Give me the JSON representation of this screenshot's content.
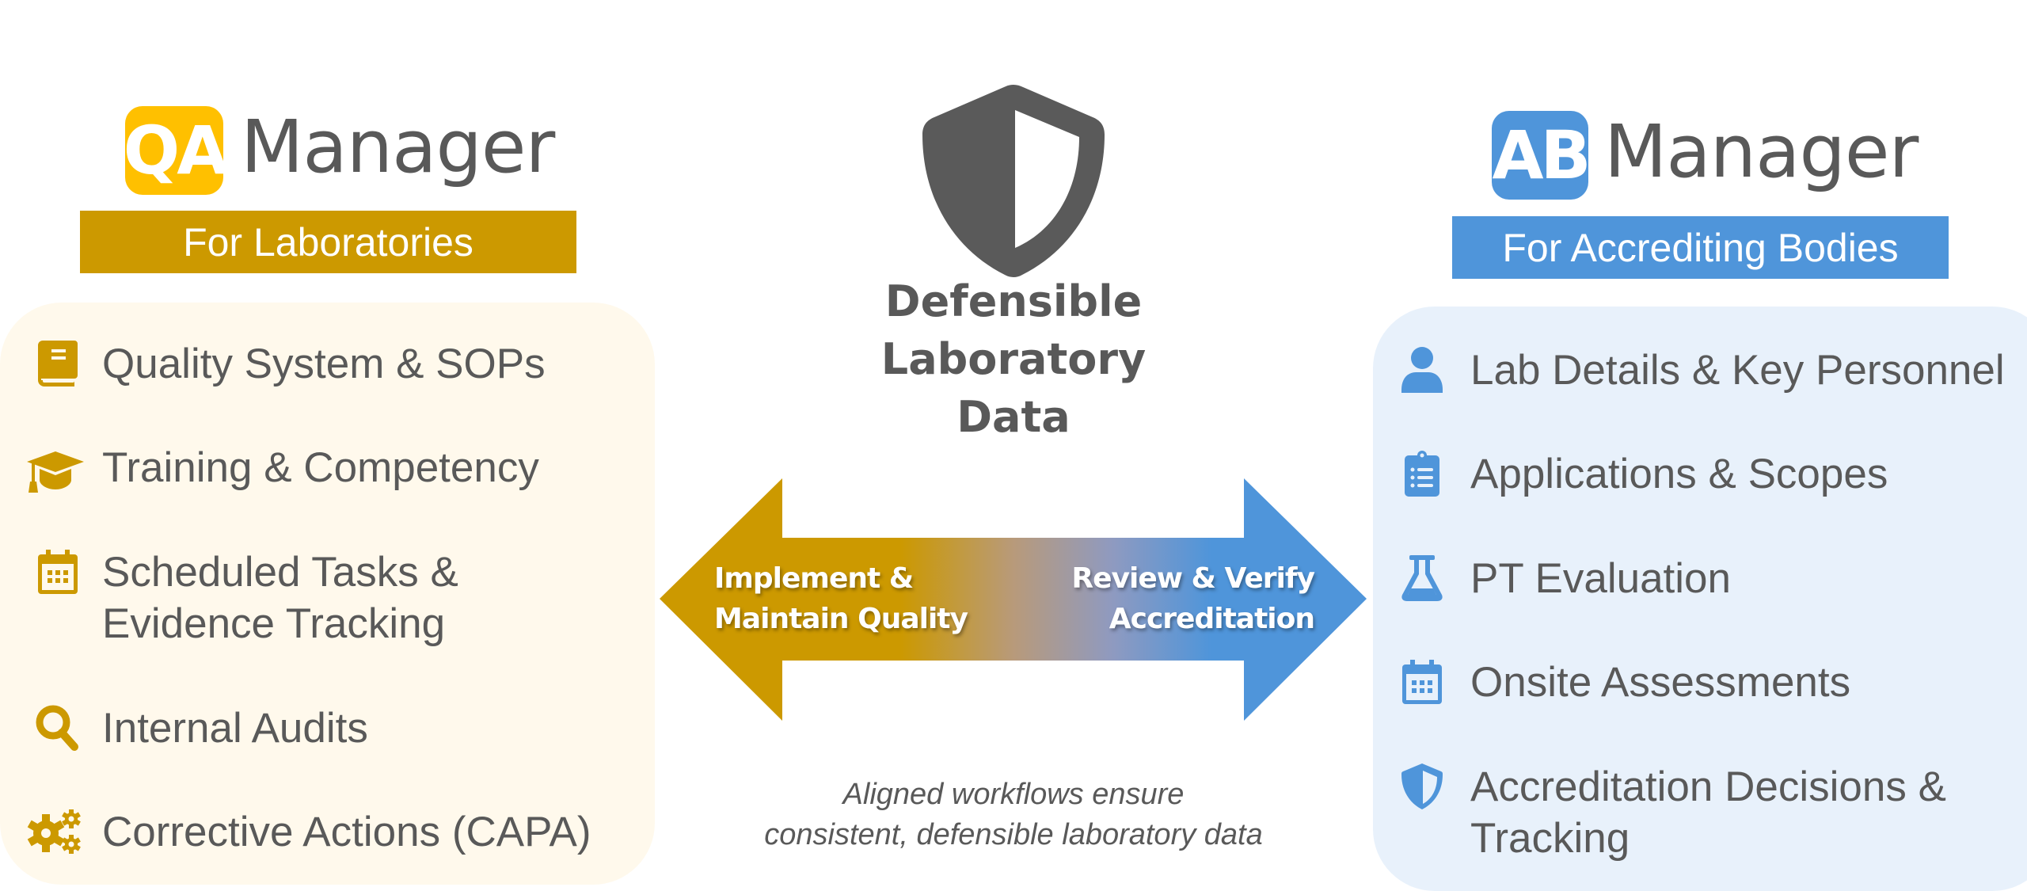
{
  "qa_product": {
    "logo_text": "QA",
    "name": "Manager",
    "audience": "For Laboratories",
    "color": "#FFC000",
    "accent": "#CC9900",
    "panel_bg": "#FFF9EC",
    "features": [
      {
        "icon": "book-icon",
        "label": "Quality System & SOPs"
      },
      {
        "icon": "graduation-cap-icon",
        "label": "Training & Competency"
      },
      {
        "icon": "calendar-icon",
        "label": "Scheduled Tasks &",
        "label2": "Evidence Tracking"
      },
      {
        "icon": "search-icon",
        "label": "Internal Audits"
      },
      {
        "icon": "gears-icon",
        "label": "Corrective Actions (CAPA)"
      }
    ]
  },
  "ab_product": {
    "logo_text": "AB",
    "name": "Manager",
    "audience": "For Accrediting Bodies",
    "color": "#4F95DA",
    "panel_bg": "#E8F1FB",
    "features": [
      {
        "icon": "user-icon",
        "label": "Lab Details & Key Personnel"
      },
      {
        "icon": "clipboard-list-icon",
        "label": "Applications & Scopes"
      },
      {
        "icon": "flask-icon",
        "label": "PT Evaluation"
      },
      {
        "icon": "calendar-icon",
        "label": "Onsite Assessments"
      },
      {
        "icon": "shield-half-icon",
        "label": "Accreditation Decisions &",
        "label2": "Tracking"
      }
    ]
  },
  "center": {
    "icon": "shield-half-icon",
    "title_lines": [
      "Defensible",
      "Laboratory",
      "Data"
    ],
    "arrow": {
      "left_label_lines": [
        "Implement &",
        "Maintain Quality"
      ],
      "right_label_lines": [
        "Review & Verify",
        "Accreditation"
      ],
      "left_color": "#CC9900",
      "right_color": "#4F95DA"
    },
    "caption_lines": [
      "Aligned workflows ensure",
      "consistent, defensible laboratory data"
    ]
  }
}
